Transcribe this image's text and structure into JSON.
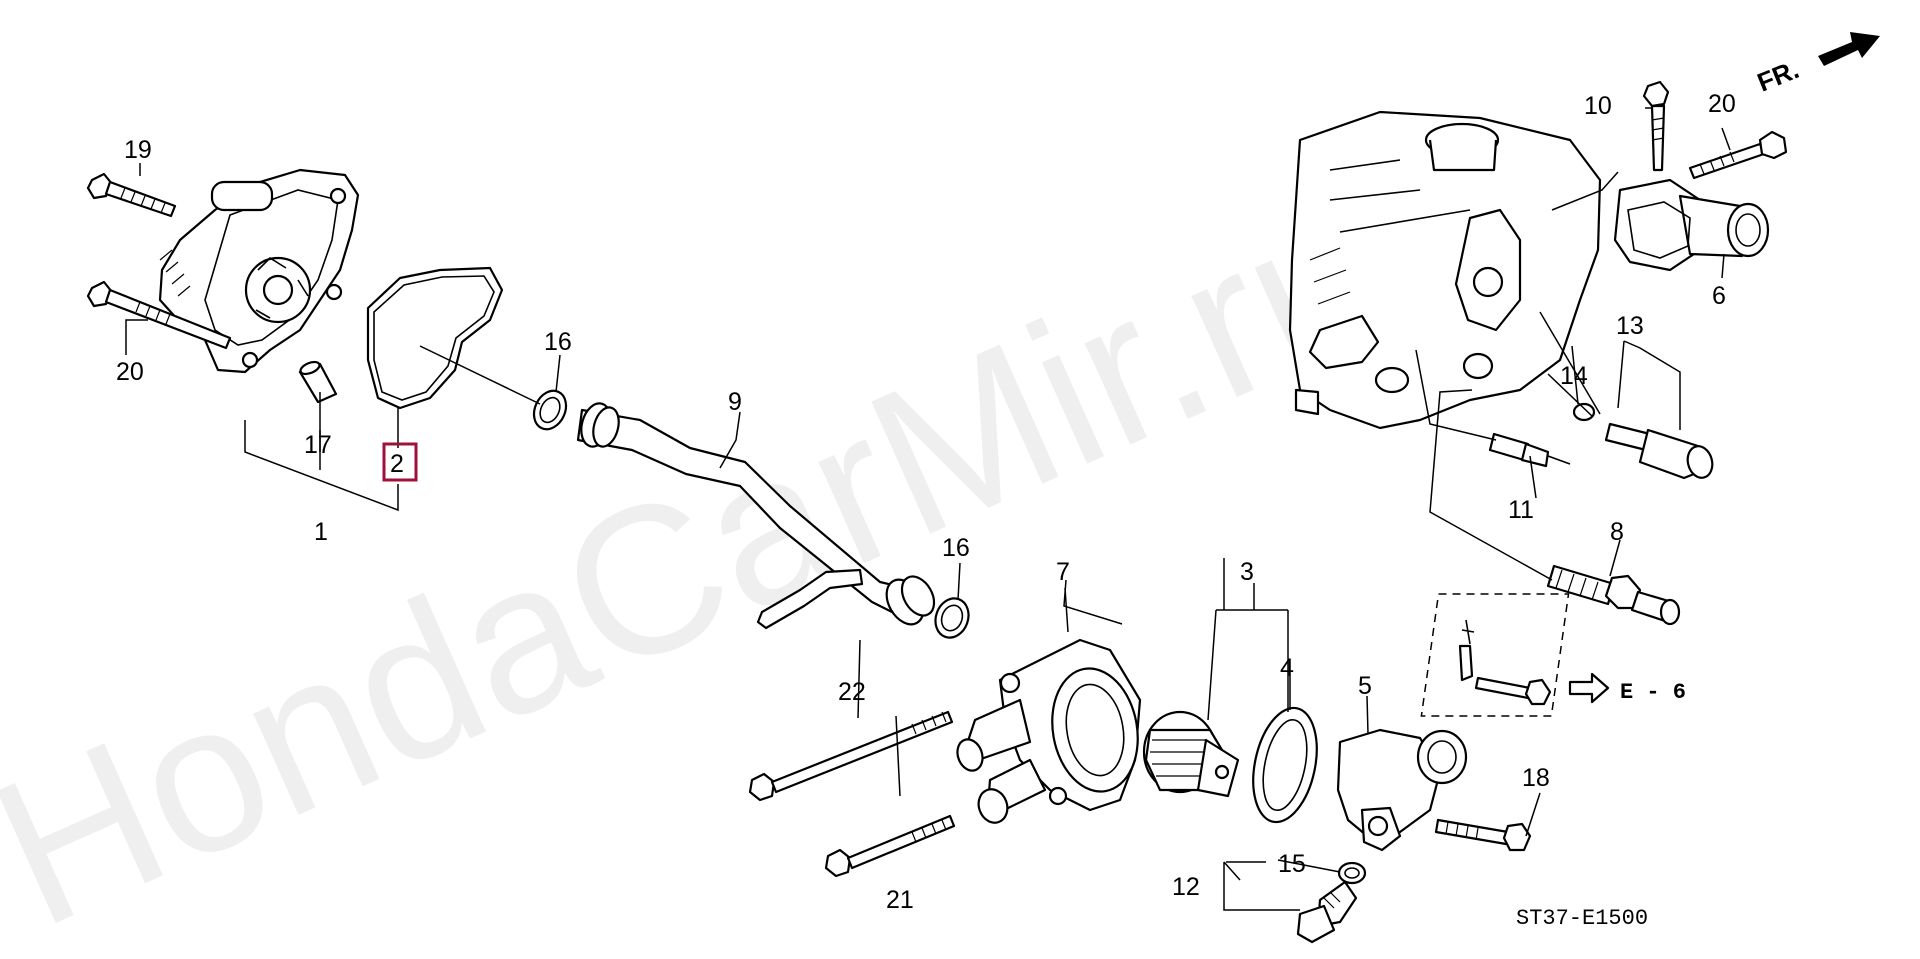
{
  "watermark": "HondaCarMir.ru",
  "front_label": "FR.",
  "ref_code": "ST37-E1500",
  "cross_ref": "E - 6",
  "highlight_color": "#a0103a",
  "callouts": {
    "c1": "1",
    "c2": "2",
    "c3": "3",
    "c4": "4",
    "c5": "5",
    "c6": "6",
    "c7": "7",
    "c8": "8",
    "c9": "9",
    "c10": "10",
    "c11": "11",
    "c12": "12",
    "c13": "13",
    "c14": "14",
    "c15": "15",
    "c16a": "16",
    "c16b": "16",
    "c17": "17",
    "c18": "18",
    "c19": "19",
    "c20a": "20",
    "c20b": "20",
    "c21": "21",
    "c22": "22"
  }
}
